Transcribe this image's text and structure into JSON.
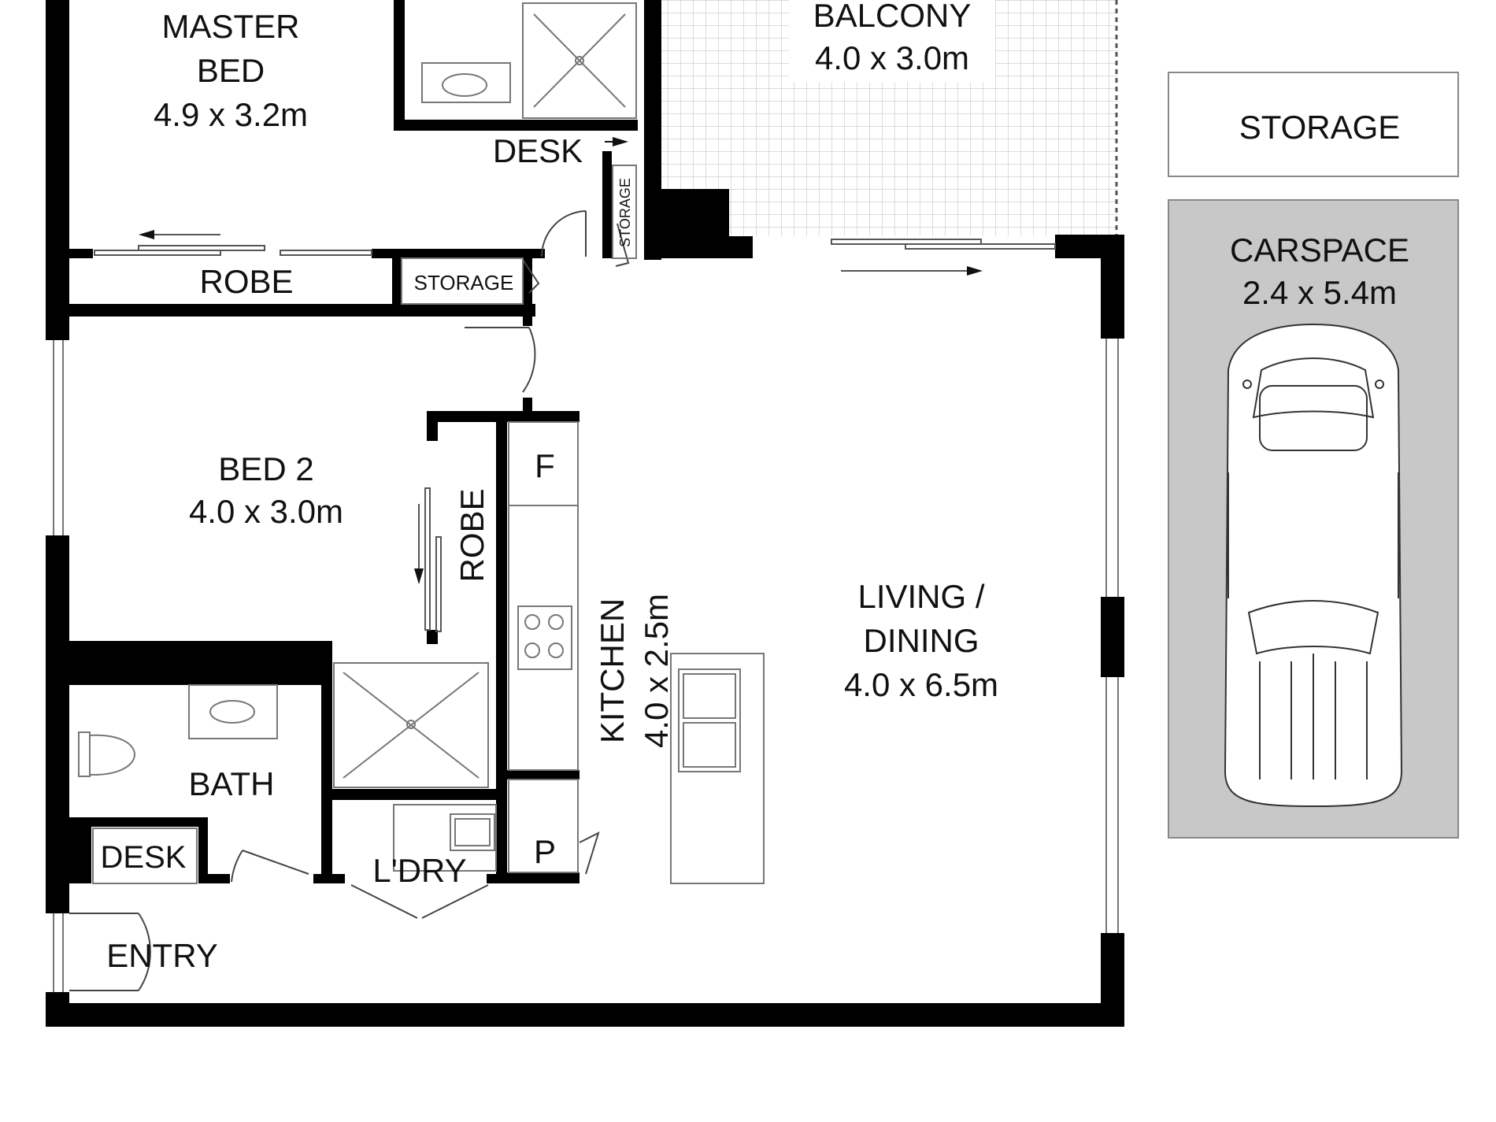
{
  "rooms": {
    "master_bed": {
      "name_line1": "MASTER",
      "name_line2": "BED",
      "size": "4.9 x 3.2m"
    },
    "balcony": {
      "name": "BALCONY",
      "size": "4.0 x 3.0m"
    },
    "bed2": {
      "name": "BED 2",
      "size": "4.0 x 3.0m"
    },
    "kitchen": {
      "name": "KITCHEN",
      "size": "4.0 x 2.5m"
    },
    "living": {
      "name_line1": "LIVING /",
      "name_line2": "DINING",
      "size": "4.0 x 6.5m"
    },
    "bath": {
      "name": "BATH"
    },
    "laundry": {
      "name": "L'DRY"
    },
    "entry": {
      "name": "ENTRY"
    },
    "carspace": {
      "name": "CARSPACE",
      "size": "2.4 x 5.4m"
    }
  },
  "fixtures": {
    "desk": "DESK",
    "robe": "ROBE",
    "storage": "STORAGE",
    "fridge": "F",
    "pantry": "P"
  },
  "colors": {
    "wall": "#000000",
    "carspace_fill": "#c8c8c8",
    "line": "#555555",
    "balcony_grid": "#bbbbbb"
  }
}
